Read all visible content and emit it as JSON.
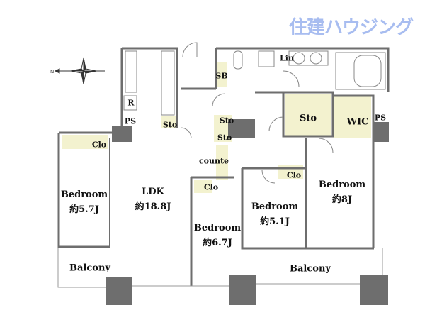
{
  "logo": "住建ハウジング",
  "compass": {
    "north_label": "N"
  },
  "colors": {
    "wall": "#6e6e6e",
    "storage_fill": "#f3f2cf",
    "logo": "#a8bdf0"
  },
  "rooms": {
    "ldk": {
      "name": "LDK",
      "size": "約18.8J"
    },
    "bedroom_west": {
      "name": "Bedroom",
      "size": "約5.7J"
    },
    "bedroom_center": {
      "name": "Bedroom",
      "size": "約6.7J"
    },
    "bedroom_mid": {
      "name": "Bedroom",
      "size": "約5.1J"
    },
    "bedroom_east": {
      "name": "Bedroom",
      "size": "約8J"
    },
    "balcony_west": "Balcony",
    "balcony_east": "Balcony"
  },
  "storage": {
    "clo1": "Clo",
    "clo2": "Clo",
    "clo3": "Clo",
    "sto_main": "Sto",
    "sto_kitchen": "Sto",
    "sto_hall1": "Sto",
    "sto_hall2": "Sto",
    "wic": "WIC",
    "ps1": "PS",
    "ps2": "PS",
    "sb": "SB",
    "lin": "Lin",
    "r": "R",
    "counter": "counte"
  }
}
